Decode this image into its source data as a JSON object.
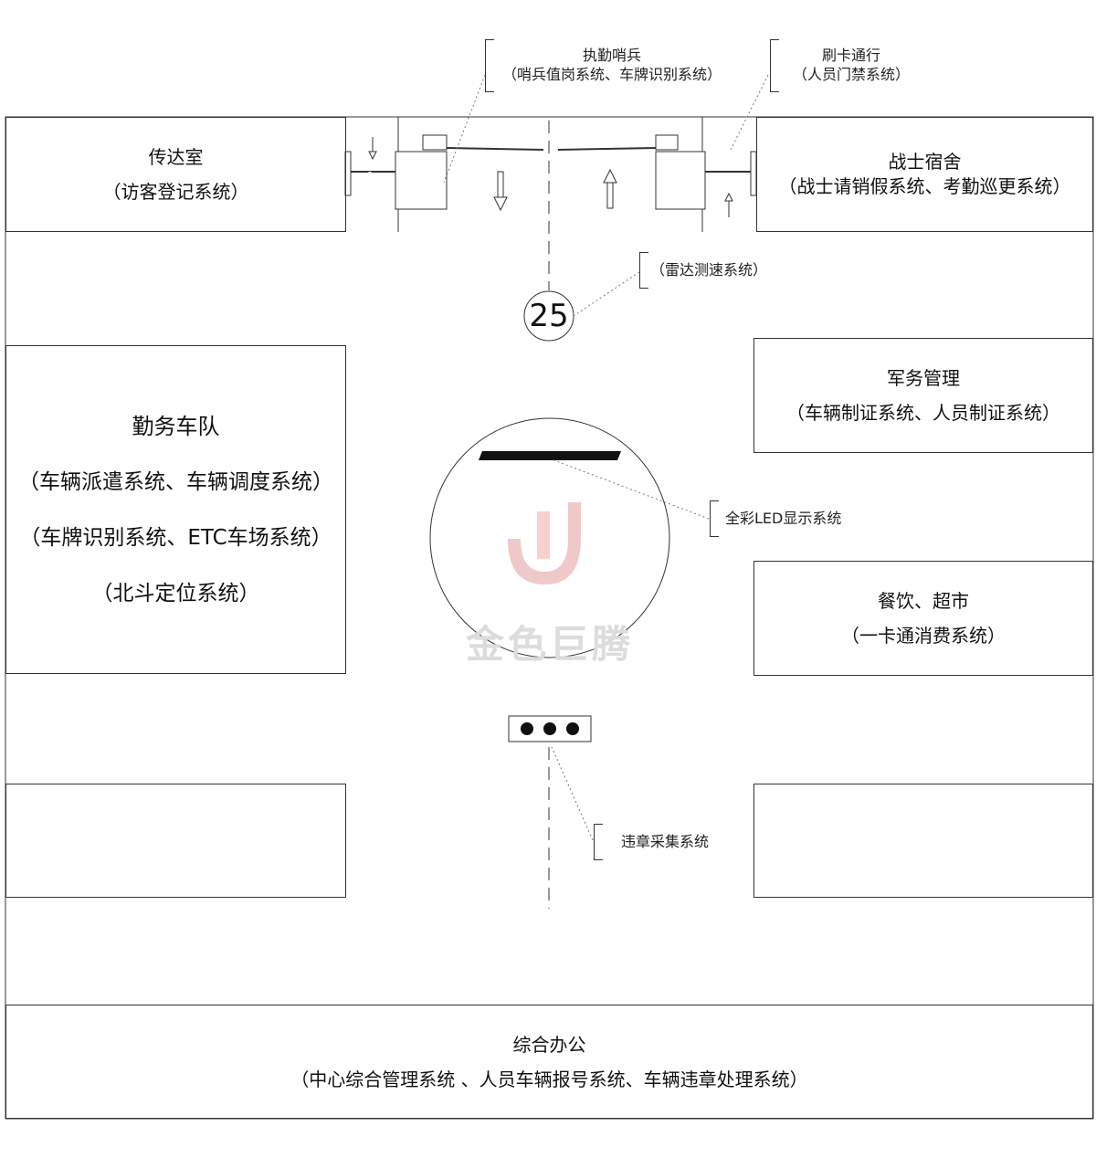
{
  "rooms": {
    "guard_room": {
      "title": "传达室",
      "systems": "（访客登记系统）"
    },
    "dormitory": {
      "title": "战士宿舍",
      "systems": "（战士请销假系统、考勤巡更系统）"
    },
    "service_fleet": {
      "title": "勤务车队",
      "line1": "（车辆派遣系统、车辆调度系统）",
      "line2": "（车牌识别系统、ETC车场系统）",
      "line3": "（北斗定位系统）"
    },
    "military_affairs": {
      "title": "军务管理",
      "systems": "（车辆制证系统、人员制证系统）"
    },
    "dining": {
      "title": "餐饮、超市",
      "systems": "（一卡通消费系统）"
    },
    "office": {
      "title": "综合办公",
      "systems": "（中心综合管理系统 、人员车辆报号系统、车辆违章处理系统）"
    }
  },
  "callouts": {
    "sentry": {
      "title": "执勤哨兵",
      "systems": "（哨兵值岗系统、车牌识别系统）"
    },
    "card": {
      "title": "刷卡通行",
      "systems": "（人员门禁系统）"
    },
    "radar": {
      "label": "（雷达测速系统）"
    },
    "led": {
      "label": "全彩LED显示系统"
    },
    "violation": {
      "label": "违章采集系统"
    }
  },
  "speed_sign": {
    "value": "25"
  },
  "watermark": {
    "text": "金色巨腾"
  },
  "colors": {
    "line": "#333333",
    "watermark": "#e8b8b8",
    "watermark_text": "#d9d9d9"
  }
}
